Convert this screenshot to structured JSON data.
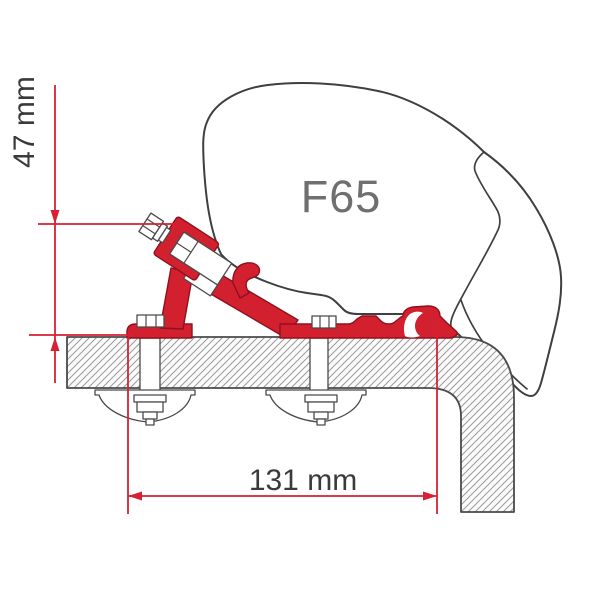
{
  "diagram": {
    "product_label": "F65",
    "dimension_vertical": {
      "label": "47 mm"
    },
    "dimension_horizontal": {
      "label": "131 mm"
    },
    "colors": {
      "background": "#ffffff",
      "dimension_red": "#d81f33",
      "bracket_red": "#d2202e",
      "bracket_outline": "#8f1020",
      "outline_dark": "#3f3f3f",
      "outline_mid": "#4a4a4a",
      "hatch_line": "#9b9b9b",
      "hatch_bg": "#fcfcfc",
      "label_gray": "#6f6f6f",
      "dim_text": "#3a3a3a"
    }
  }
}
